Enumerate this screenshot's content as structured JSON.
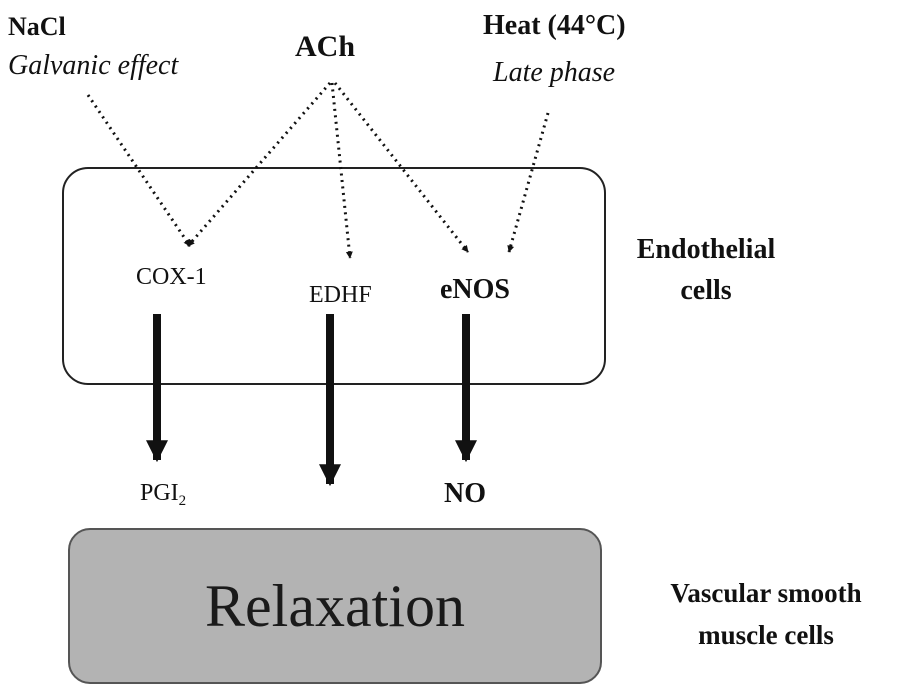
{
  "inputs": {
    "nacl": {
      "title": "NaCl",
      "subtitle": "Galvanic effect"
    },
    "ach": {
      "title": "ACh"
    },
    "heat": {
      "title": "Heat (44°C)",
      "subtitle": "Late phase"
    }
  },
  "endothelium": {
    "label_line1": "Endothelial",
    "label_line2": "cells",
    "enzymes": {
      "cox1": "COX-1",
      "edhf": "EDHF",
      "enos": "eNOS"
    }
  },
  "products": {
    "pgi_base": "PGI",
    "pgi_sub": "2",
    "no": "NO"
  },
  "smooth_muscle": {
    "label_line1": "Vascular smooth",
    "label_line2": "muscle cells",
    "effect": "Relaxation"
  },
  "colors": {
    "ink": "#111111",
    "relaxation_fill": "#b3b3b3",
    "relaxation_border": "#555555"
  }
}
